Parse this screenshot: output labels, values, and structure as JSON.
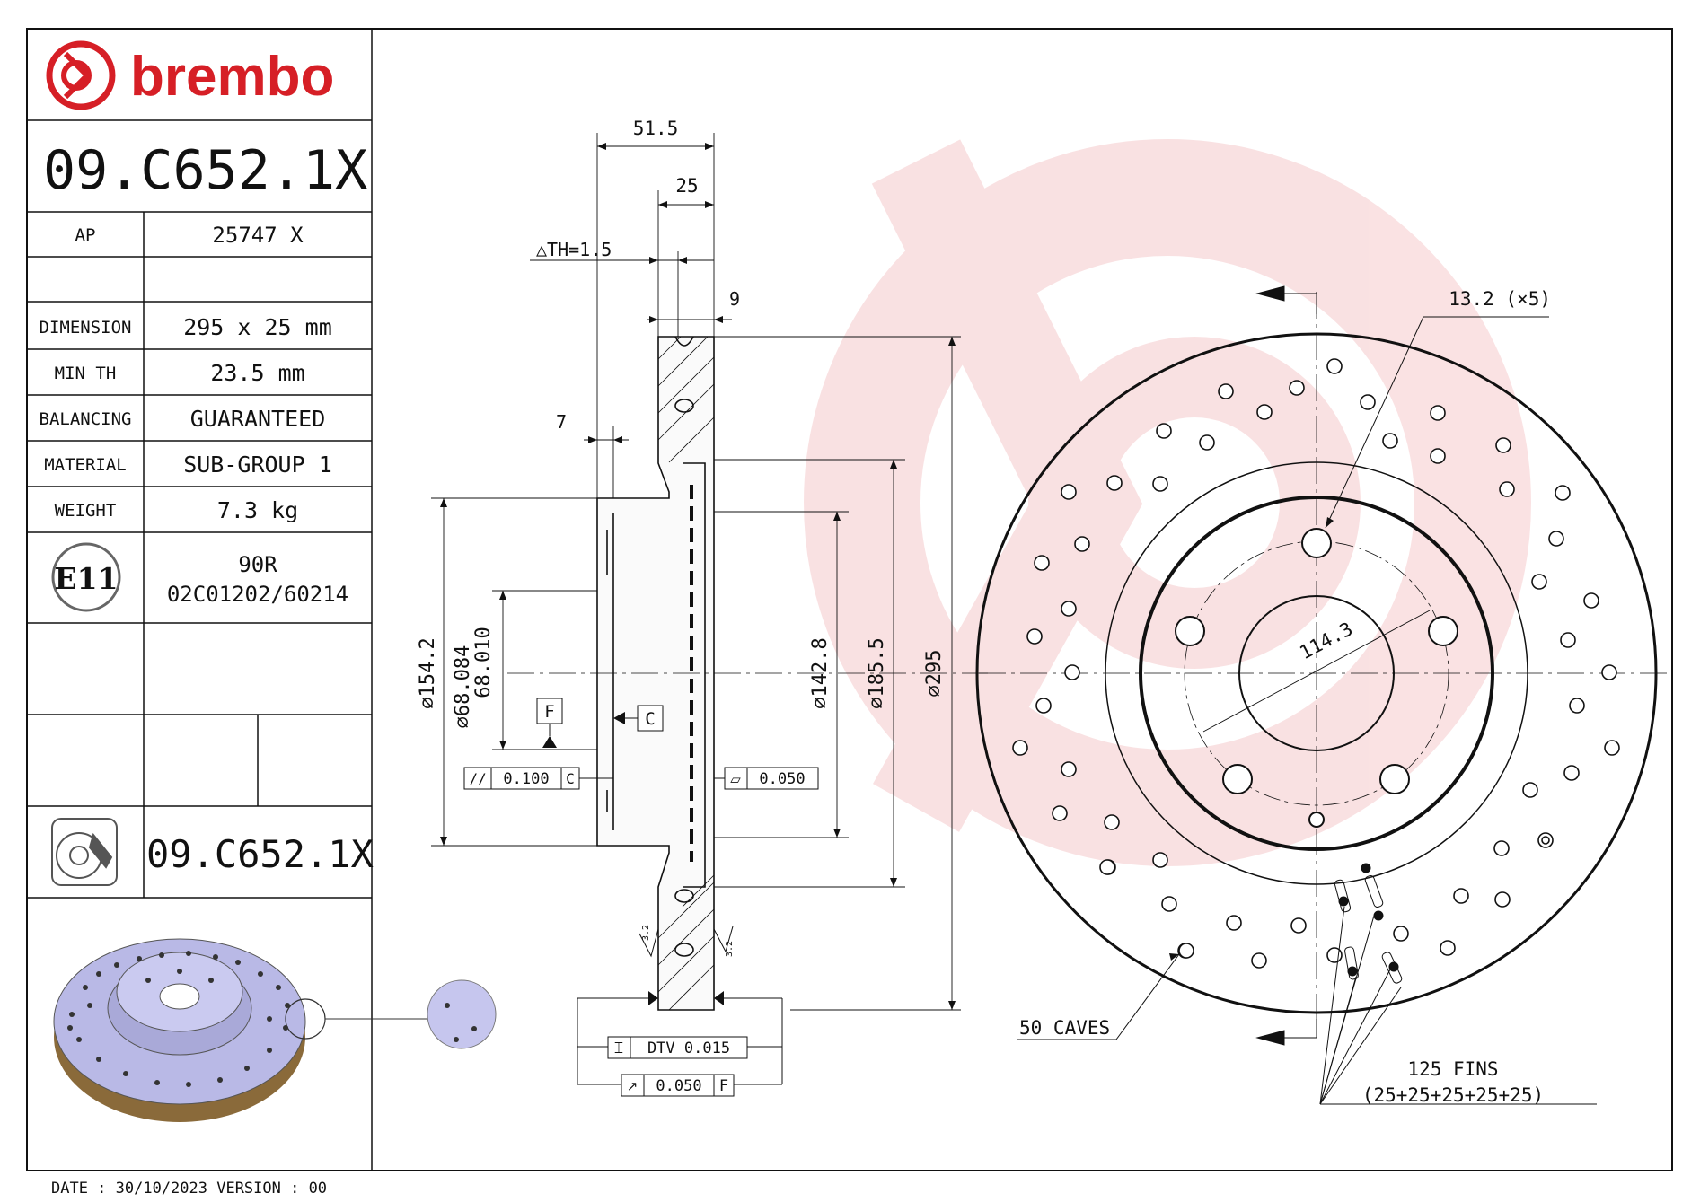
{
  "brand": {
    "name": "brembo",
    "color": "#d61f26"
  },
  "title_block": {
    "part_number": "09.C652.1X",
    "ap_label": "AP",
    "ap_value": "25747 X",
    "rows": [
      {
        "label": "DIMENSION",
        "value": "295 x 25 mm"
      },
      {
        "label": "MIN TH",
        "value": "23.5 mm"
      },
      {
        "label": "BALANCING",
        "value": "GUARANTEED"
      },
      {
        "label": "MATERIAL",
        "value": "SUB-GROUP 1"
      },
      {
        "label": "WEIGHT",
        "value": "7.3 kg"
      }
    ],
    "homologation_mark": "E11",
    "homologation_line1": "90R",
    "homologation_line2": "02C01202/60214",
    "bottom_part_number": "09.C652.1X",
    "product_icon": "brake-disc-icon"
  },
  "footer": {
    "date_version": "DATE : 30/10/2023 VERSION : 00"
  },
  "section_view": {
    "dims": {
      "overall_width": "51.5",
      "thickness": "25",
      "th": "△TH=1.5",
      "offset_9": "9",
      "offset_7": "7",
      "dia_154": "⌀154.2",
      "bore_max": "⌀68.084",
      "bore_min": "68.010",
      "dia_142": "⌀142.8",
      "dia_185": "⌀185.5",
      "dia_295": "⌀295"
    },
    "datum_f": "F",
    "datum_c": "C",
    "tol_parallel": {
      "symbol": "//",
      "value": "0.100",
      "datum": "C"
    },
    "tol_flat": {
      "symbol": "▱",
      "value": "0.050"
    },
    "tol_dtv": {
      "symbol": "⌶",
      "value": "DTV 0.015"
    },
    "tol_runout": {
      "symbol": "↗",
      "value": "0.050",
      "datum": "F"
    },
    "roughness_1": "3.2",
    "roughness_2": "3.2"
  },
  "front_view": {
    "holes_label": "13.2 (×5)",
    "pcd": "114.3",
    "caves_label": "50 CAVES",
    "fins_label": "125 FINS",
    "fins_detail": "(25+25+25+25+25)"
  },
  "colors": {
    "line": "#111111",
    "watermark": "#d61f26",
    "render": "#b9b9e6"
  }
}
